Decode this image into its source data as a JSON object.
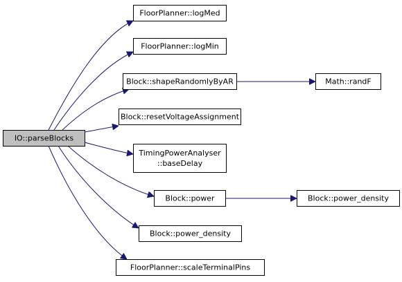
{
  "graph": {
    "root": {
      "id": "n0",
      "label": [
        "IO::parseBlocks"
      ]
    },
    "nodes": [
      {
        "id": "n1",
        "label": [
          "FloorPlanner::logMed"
        ]
      },
      {
        "id": "n2",
        "label": [
          "FloorPlanner::logMin"
        ]
      },
      {
        "id": "n3",
        "label": [
          "Block::shapeRandomlyByAR"
        ]
      },
      {
        "id": "n4",
        "label": [
          "Math::randF"
        ]
      },
      {
        "id": "n5",
        "label": [
          "Block::resetVoltageAssignment"
        ]
      },
      {
        "id": "n6",
        "label": [
          "TimingPowerAnalyser",
          "::baseDelay"
        ]
      },
      {
        "id": "n7",
        "label": [
          "Block::power"
        ]
      },
      {
        "id": "n8",
        "label": [
          "Block::power_density"
        ]
      },
      {
        "id": "n9",
        "label": [
          "Block::power_density"
        ]
      },
      {
        "id": "n10",
        "label": [
          "FloorPlanner::scaleTerminalPins"
        ]
      }
    ],
    "edges": [
      {
        "from": "n0",
        "to": "n1"
      },
      {
        "from": "n0",
        "to": "n2"
      },
      {
        "from": "n0",
        "to": "n3"
      },
      {
        "from": "n0",
        "to": "n5"
      },
      {
        "from": "n0",
        "to": "n6"
      },
      {
        "from": "n0",
        "to": "n7"
      },
      {
        "from": "n0",
        "to": "n9"
      },
      {
        "from": "n0",
        "to": "n10"
      },
      {
        "from": "n3",
        "to": "n4"
      },
      {
        "from": "n7",
        "to": "n8"
      }
    ],
    "colors": {
      "edge": "#191970",
      "root_fill": "#bfbfbf",
      "node_fill": "#ffffff",
      "border": "#000000"
    }
  }
}
